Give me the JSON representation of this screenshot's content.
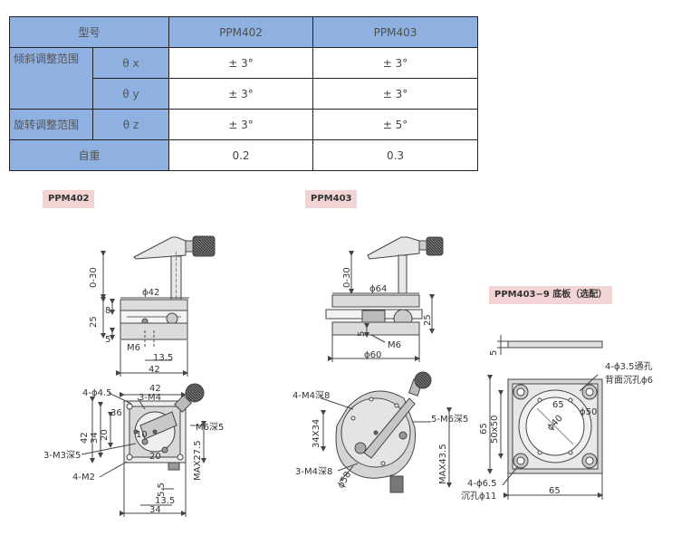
{
  "table": {
    "header_model": "型号",
    "header_a": "PPM402",
    "header_b": "PPM403",
    "tilt_range": "倾斜调整范围",
    "rot_range": "旋转调整范围",
    "theta_x": "θ x",
    "theta_y": "θ y",
    "theta_z": "θ z",
    "weight": "自重",
    "rows": {
      "tx": [
        "± 3°",
        "± 3°"
      ],
      "ty": [
        "± 3°",
        "± 3°"
      ],
      "tz": [
        "± 3°",
        "± 5°"
      ],
      "w": [
        "0.2",
        "0.3"
      ]
    }
  },
  "tags": {
    "ppm402": "PPM402",
    "ppm403": "PPM403",
    "base": "PPM403−9 底板（选配）"
  },
  "dims402": {
    "range": "0-30",
    "d42": "ϕ42",
    "h8": "8",
    "h25": "25",
    "h5": "5",
    "m6": "M6",
    "w13_5": "13.5",
    "w42": "42",
    "top42": "42",
    "h4_5": "4-ϕ4.5",
    "m4": "3-M4",
    "r36": "36",
    "m6deep": "M6深5",
    "s42": "42",
    "s34": "34",
    "s20": "20",
    "m3": "3-M3深5",
    "m2": "4-M2",
    "d10": "10",
    "d20": "20",
    "max": "MAX27.5",
    "b5_5": "5.5",
    "b13_5": "13.5",
    "b34": "34"
  },
  "dims403": {
    "range": "0-30",
    "d64": "ϕ64",
    "h25": "25",
    "h5": "5",
    "m6": "M6",
    "d60": "ϕ60",
    "m4a": "4-M4深8",
    "m6deep": "5-M6深5",
    "s34": "34X34",
    "m4b": "3-M4深8",
    "d58": "ϕ58",
    "max": "MAX43.5"
  },
  "dimsBase": {
    "h5": "5",
    "hole1": "4-ϕ3.5通孔",
    "hole1b": "背面沉孔ϕ6",
    "c65": "65",
    "d40": "ϕ40",
    "d50": "ϕ50",
    "v65": "65",
    "v50": "50x50",
    "hole2": "4-ϕ6.5",
    "hole2b": "沉孔ϕ11",
    "w65": "65"
  }
}
